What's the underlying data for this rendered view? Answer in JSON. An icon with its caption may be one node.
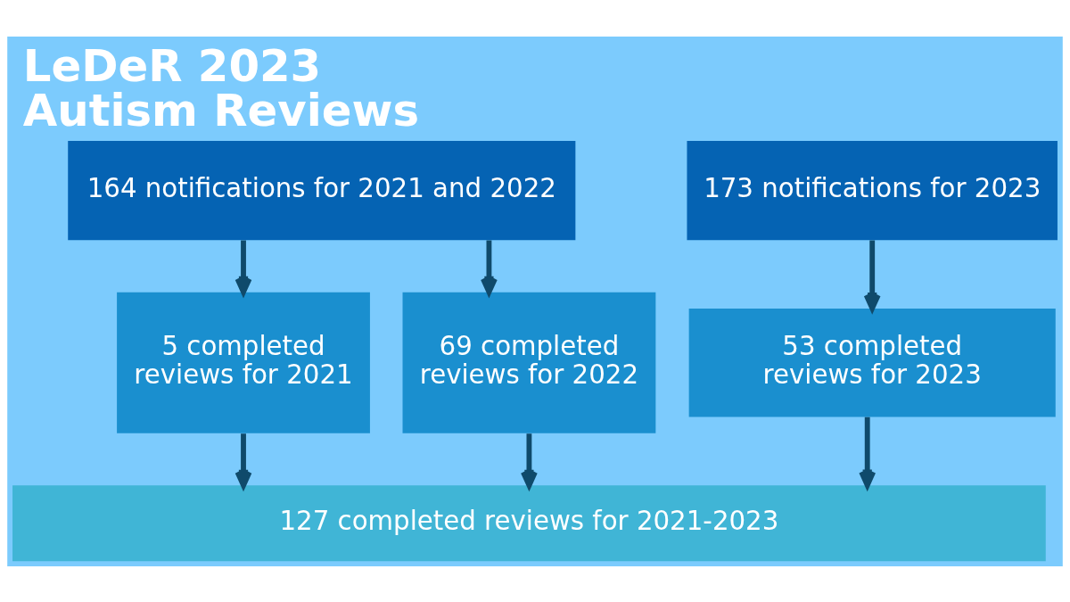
{
  "diagram": {
    "title": "LeDeR 2023 Autism Reviews",
    "nodes": [
      {
        "text": [
          "164 notifications for 2021 and 2022"
        ]
      },
      {
        "text": [
          "173 notifications for 2023"
        ]
      },
      {
        "text": [
          "5 completed reviews for 2021"
        ]
      },
      {
        "text": [
          "69 completed reviews for 2022"
        ]
      },
      {
        "text": [
          "53 completed reviews for 2023"
        ]
      },
      {
        "text": [
          "127 completed reviews for 2021-2023"
        ]
      }
    ],
    "edges": [
      {
        "from": 0,
        "to": 2,
        "arrow": "to"
      },
      {
        "from": 0,
        "to": 3,
        "arrow": "to"
      },
      {
        "from": 1,
        "to": 4,
        "arrow": "to"
      },
      {
        "from": 2,
        "to": 5,
        "arrow": "to"
      },
      {
        "from": 3,
        "to": 5,
        "arrow": "to"
      },
      {
        "from": 4,
        "to": 5,
        "arrow": "to"
      }
    ]
  }
}
